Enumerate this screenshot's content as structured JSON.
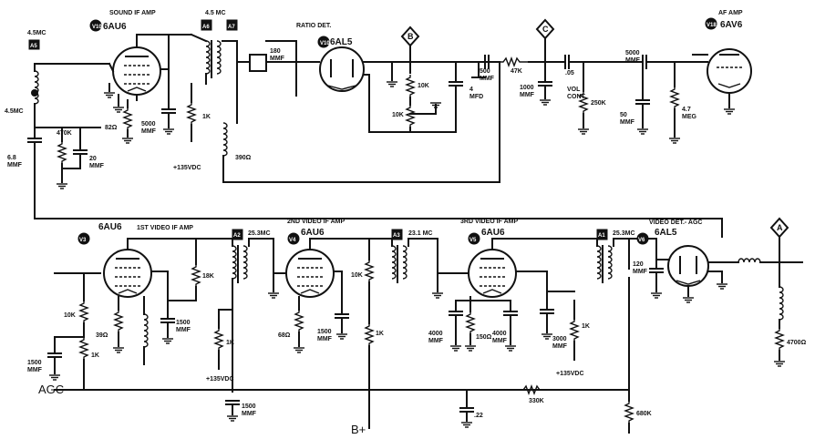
{
  "labels": {
    "in_freq": "4.5MC",
    "if_freq": "4.5 MC",
    "sound_if_amp": "SOUND IF AMP",
    "ratio_det": "RATIO DET.",
    "af_amp": "AF AMP",
    "vol": "VOL",
    "cont": "CONT",
    "bplus_135": "+135VDC",
    "first_video_if": "1ST VIDEO IF AMP",
    "second_video_if": "2ND VIDEO IF AMP",
    "third_video_if": "3RD VIDEO IF AMP",
    "video_det": "VIDEO DET.- AGC",
    "f_253": "25.3MC",
    "f_231": "23.1 MC",
    "agc": "AGC",
    "bplus": "B+"
  },
  "tubes": {
    "sound_if": "6AU6",
    "ratio_det": "6AL5",
    "af_amp": "6AV6",
    "video1": "6AU6",
    "video2": "6AU6",
    "video3": "6AU6",
    "video_det": "6AL5"
  },
  "refs": {
    "v10": "V10",
    "v18": "V18",
    "v3": "V3",
    "v4": "V4",
    "v5": "V5",
    "v6": "V6",
    "a1": "A1",
    "a2": "A2",
    "a3": "A3",
    "a5": "A5",
    "a6": "A6",
    "a7": "A7"
  },
  "test_points": {
    "a": "A",
    "b": "B",
    "c": "C"
  },
  "components": {
    "mmf": "MMF",
    "mfd": "MFD",
    "meg": "MEG",
    "c_68": "6.8",
    "c_20": "20",
    "c_5000": "5000",
    "c_180": "180",
    "c_4": "4",
    "c_500": "500",
    "c_1000": "1000",
    "c_05": ".05",
    "c_50": "50",
    "c_1500": "1500",
    "c_4000": "4000",
    "c_3000": "3000",
    "c_120": "120",
    "c_22": ".22",
    "r_470k": "470K",
    "r_82": "82Ω",
    "r_1k": "1K",
    "r_390": "390Ω",
    "r_10k": "10K",
    "r_47k": "47K",
    "r_250k": "250K",
    "r_47meg": "4.7",
    "r_39": "39Ω",
    "r_18k": "18K",
    "r_68": "68Ω",
    "r_150": "150Ω",
    "r_330k": "330K",
    "r_680k": "680K",
    "r_4700": "4700Ω"
  }
}
